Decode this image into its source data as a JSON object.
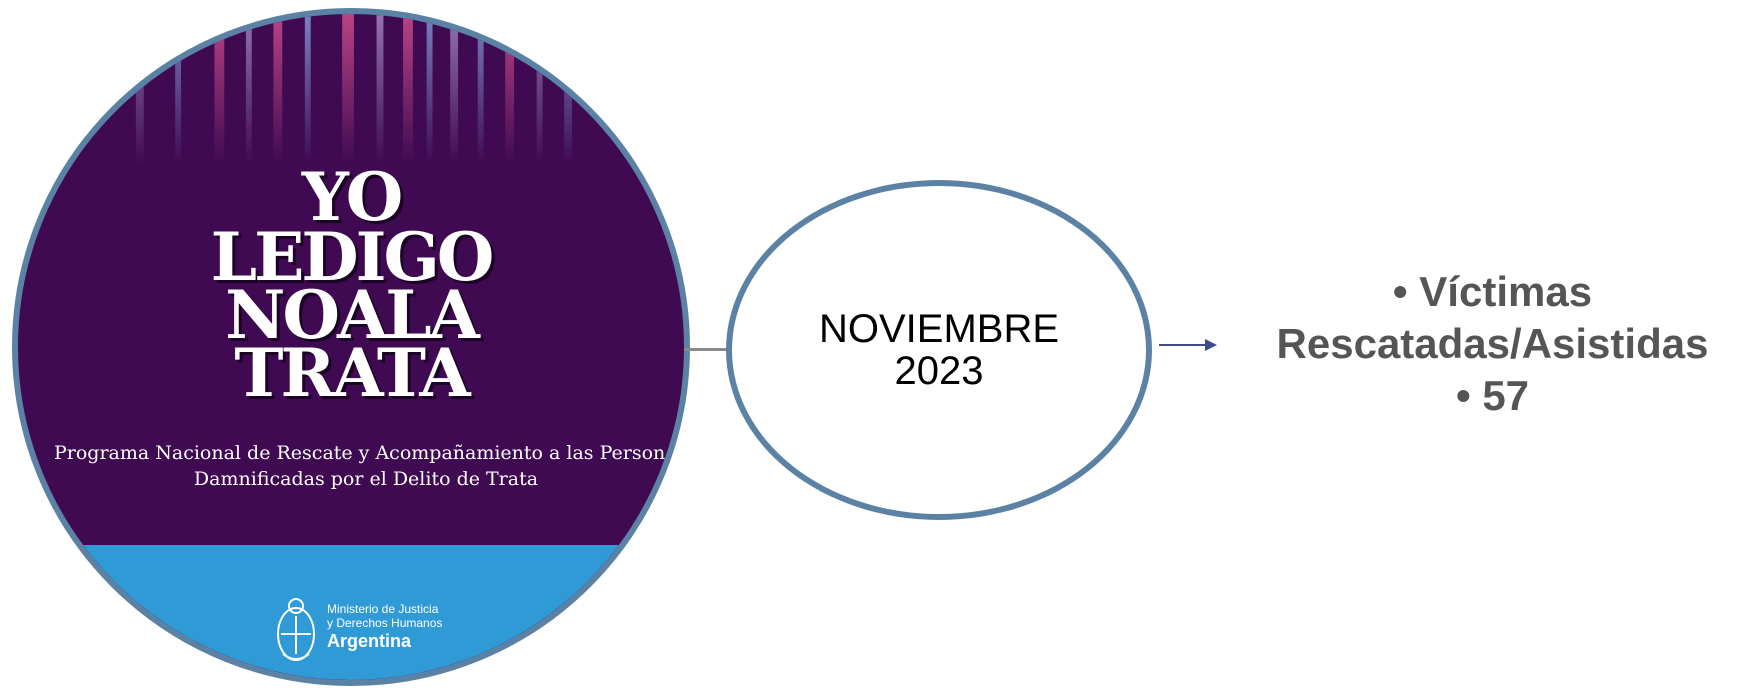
{
  "poster": {
    "title_line1": "YO",
    "title_line2": "LEDIGO",
    "title_line3": "NOALA",
    "title_line4": "TRATA",
    "subtitle_line1": "Programa Nacional de Rescate y  Acompañamiento a las Person",
    "subtitle_line2": "Damnificadas por el Delito de Trata",
    "ministry_line1": "Ministerio de Justicia",
    "ministry_line2": "y Derechos Humanos",
    "ministry_country": "Argentina"
  },
  "date_node": {
    "month": "NOVIEMBRE",
    "year": "2023"
  },
  "stats": {
    "item1": "• Víctimas",
    "item1_cont": "Rescatadas/Asistidas",
    "item2": "• 57"
  },
  "colors": {
    "ring": "#5b82a4",
    "poster_purple": "#3f0a52",
    "poster_blue": "#2f9ad6",
    "stats_text": "#555555",
    "arrow": "#3e4a8a"
  }
}
